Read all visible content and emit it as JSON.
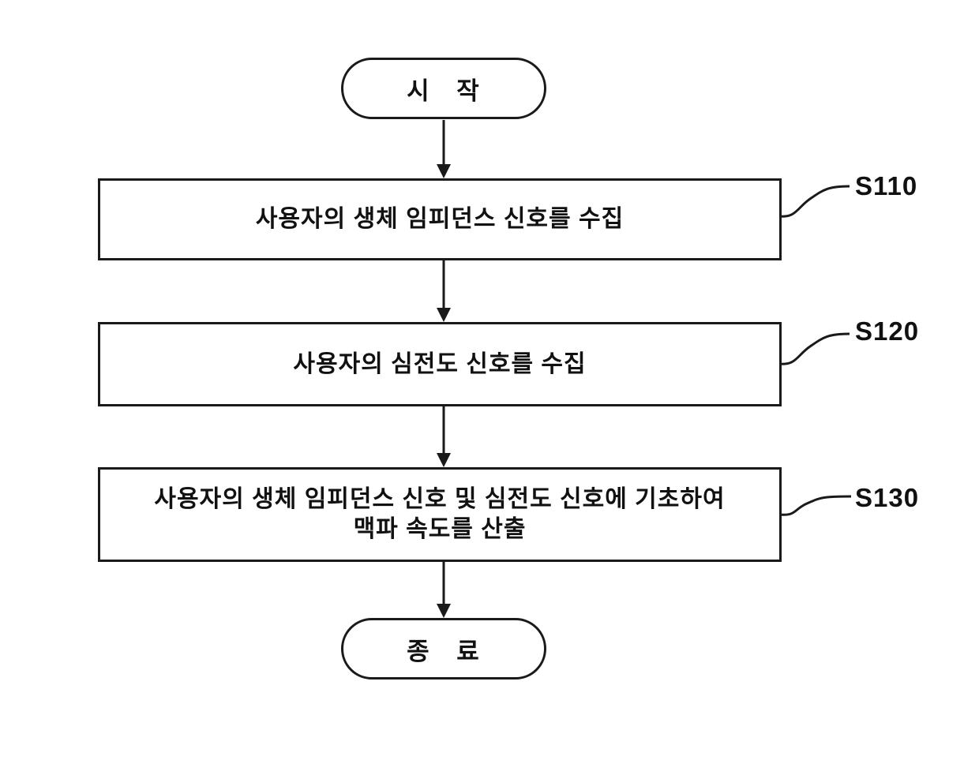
{
  "diagram": {
    "type": "flowchart",
    "terminals": {
      "start_label": "시 작",
      "end_label": "종 료"
    },
    "steps": [
      {
        "id": "S110",
        "lines": [
          "사용자의 생체 임피던스 신호를 수집"
        ]
      },
      {
        "id": "S120",
        "lines": [
          "사용자의 심전도 신호를 수집"
        ]
      },
      {
        "id": "S130",
        "lines": [
          "사용자의 생체 임피던스 신호 및 심전도 신호에 기초하여",
          "맥파 속도를 산출"
        ]
      }
    ],
    "colors": {
      "line": "#1a1a1a",
      "text": "#111111",
      "background": "#ffffff"
    }
  }
}
